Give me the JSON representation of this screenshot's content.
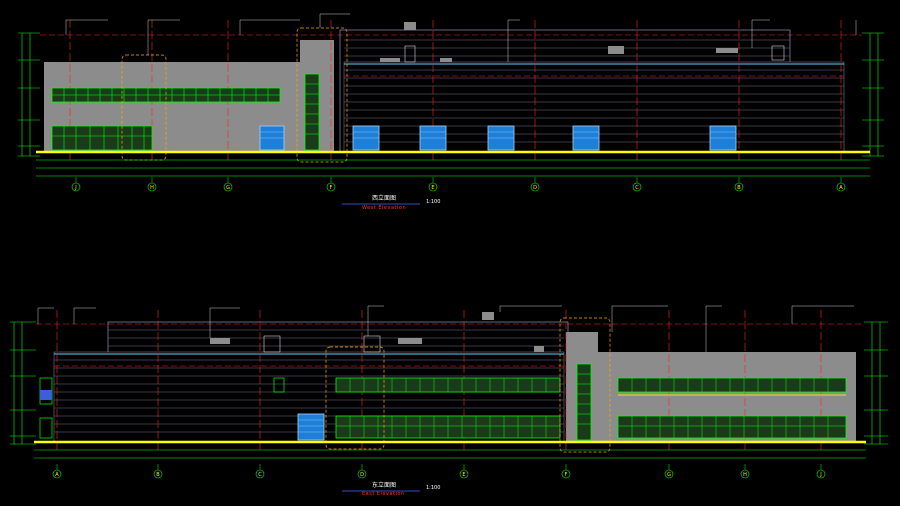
{
  "drawing": {
    "background": "#000000",
    "colors": {
      "wall": "#8c8c8c",
      "window_frame": "#00ff00",
      "grid_axis": "#ff2020",
      "dimension": "#00ff00",
      "base_line": "#ffff00",
      "door": "#1e7fd8",
      "roof_line": "#ffffff",
      "callout": "#ffaa00"
    },
    "west_elevation": {
      "title": "西立面图",
      "subtitle": "West  Elevation",
      "scale": "1:100",
      "axes": [
        "J",
        "H",
        "G",
        "F",
        "E",
        "D",
        "C",
        "B",
        "A"
      ]
    },
    "east_elevation": {
      "title": "东立面图",
      "subtitle": "East  Elevation",
      "scale": "1:100",
      "axes": [
        "A",
        "B",
        "C",
        "D",
        "E",
        "F",
        "G",
        "H",
        "J"
      ]
    }
  }
}
